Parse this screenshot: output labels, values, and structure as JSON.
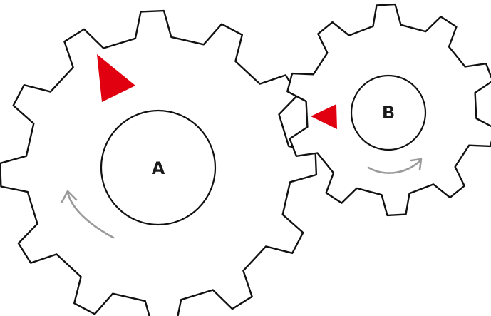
{
  "colors": {
    "outline": "#111111",
    "marker": "#e00010",
    "arrow": "#9a9a9a",
    "background": "#ffffff"
  },
  "gears": [
    {
      "id": "A",
      "label": "A",
      "teeth": 12,
      "rotation_direction": "clockwise",
      "marker_icon": "red-triangle-marker-icon",
      "arrow_icon": "curved-rotation-arrow-icon"
    },
    {
      "id": "B",
      "label": "B",
      "teeth": 10,
      "rotation_direction": "counterclockwise",
      "marker_icon": "red-triangle-marker-icon",
      "arrow_icon": "curved-rotation-arrow-icon"
    }
  ]
}
